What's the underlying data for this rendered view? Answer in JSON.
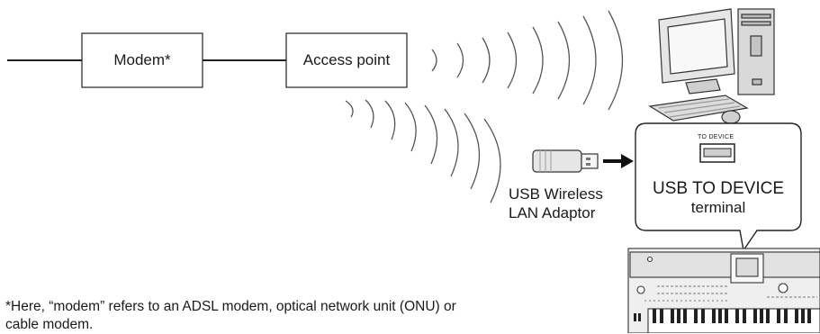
{
  "diagram": {
    "modem_label": "Modem*",
    "access_point_label": "Access point",
    "adaptor_label_line1": "USB Wireless",
    "adaptor_label_line2": "LAN Adaptor",
    "port_small_label": "TO DEVICE",
    "terminal_label_line1": "USB TO DEVICE",
    "terminal_label_line2": "terminal",
    "footnote_line1": "*Here, “modem” refers to an ADSL modem, optical network unit (ONU) or",
    "footnote_line2": "cable modem.",
    "icons": [
      "desktop-computer-icon",
      "usb-adaptor-icon",
      "keyboard-instrument-icon",
      "wireless-signal-icon",
      "usb-port-icon",
      "arrow-right-icon"
    ]
  }
}
